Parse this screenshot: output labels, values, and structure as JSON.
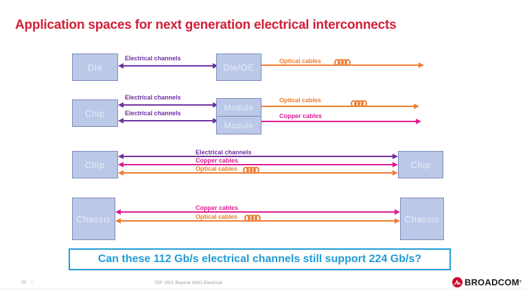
{
  "title": "Application spaces for next generation electrical interconnects",
  "labels": {
    "electrical": "Electrical channels",
    "optical": "Optical cables",
    "copper": "Copper cables"
  },
  "boxes": {
    "die": "Die",
    "die_oe": "Die/OE",
    "chip": "Chip",
    "module": "Module",
    "chassis": "Chassis"
  },
  "callout": {
    "text": "Can these 112 Gb/s electrical channels still support 224 Gb/s?"
  },
  "footer": {
    "page_number": "32",
    "divider": "|",
    "deck_title": "TEF 2021 Beyond 100G Electrical",
    "brand": "BROADCOM",
    "trademark": "®"
  },
  "colors": {
    "title_red": "#D21E37",
    "electrical_purple": "#7030A0",
    "optical_orange": "#ED7D31",
    "copper_magenta": "#DE1B92",
    "box_fill": "#BCC8E8",
    "box_border": "#7D89BD",
    "box_text": "#E6EDF7",
    "callout_blue": "#1E9CD6",
    "footer_gray": "#9A9A9A",
    "brand_red": "#CC092F",
    "brand_text": "#1A1A1A"
  }
}
